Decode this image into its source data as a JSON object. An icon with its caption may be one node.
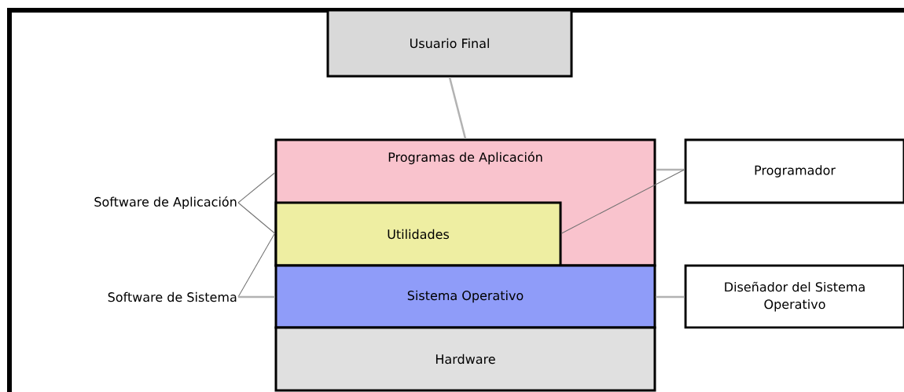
{
  "diagram": {
    "nodes": [
      {
        "text": [
          "Usuario Final"
        ]
      },
      {
        "text": [
          "Programas de Aplicación"
        ]
      },
      {
        "text": [
          "Utilidades"
        ],
        "in": 1
      },
      {
        "text": [
          "Sistema Operativo"
        ]
      },
      {
        "text": [
          "Hardware"
        ]
      },
      {
        "text": [
          "Programador"
        ]
      },
      {
        "text": [
          "Diseñador del Sistema Operativo"
        ]
      },
      {
        "text": [
          "Software de Aplicación"
        ]
      },
      {
        "text": [
          "Software de Sistema"
        ]
      }
    ],
    "edges": [
      {
        "from": 0,
        "to": 1,
        "arrow": "none"
      },
      {
        "from": 1,
        "to": 5,
        "arrow": "none"
      },
      {
        "from": 2,
        "to": 5,
        "arrow": "none",
        "color": "#707070"
      },
      {
        "from": 3,
        "to": 6,
        "arrow": "none"
      },
      {
        "from": 7,
        "to": 1,
        "arrow": "none",
        "color": "#707070"
      },
      {
        "from": 7,
        "to": 2,
        "arrow": "none",
        "color": "#707070"
      },
      {
        "from": 8,
        "to": 2,
        "arrow": "none",
        "color": "#707070"
      },
      {
        "from": 8,
        "to": 3,
        "arrow": "none"
      }
    ]
  }
}
